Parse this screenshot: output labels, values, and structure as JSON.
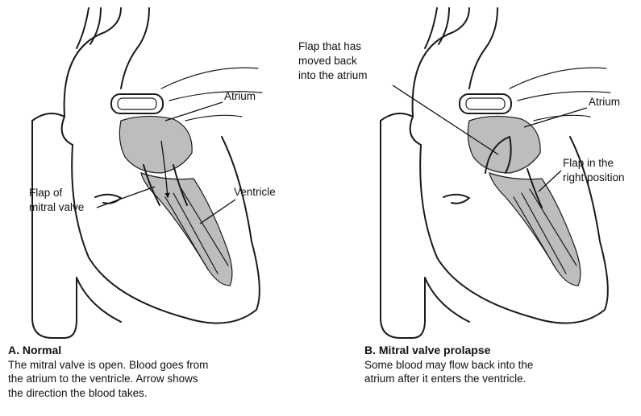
{
  "figure_a": {
    "labels": {
      "atrium": "Atrium",
      "ventricle": "Ventricle",
      "flap_line1": "Flap of",
      "flap_line2": "mitral valve"
    },
    "caption": {
      "title": "A. Normal",
      "lines": [
        "The mitral valve is open. Blood goes from",
        "the atrium to the ventricle. Arrow shows",
        "the direction the blood takes."
      ]
    }
  },
  "figure_b": {
    "labels": {
      "flap_moved_line1": "Flap that has",
      "flap_moved_line2": "moved back",
      "flap_moved_line3": "into the atrium",
      "atrium": "Atrium",
      "flap_right_line1": "Flap in the",
      "flap_right_line2": "right position"
    },
    "caption": {
      "title": "B. Mitral valve prolapse",
      "lines": [
        "Some blood may flow back into the",
        "atrium after it enters the ventricle."
      ]
    }
  }
}
